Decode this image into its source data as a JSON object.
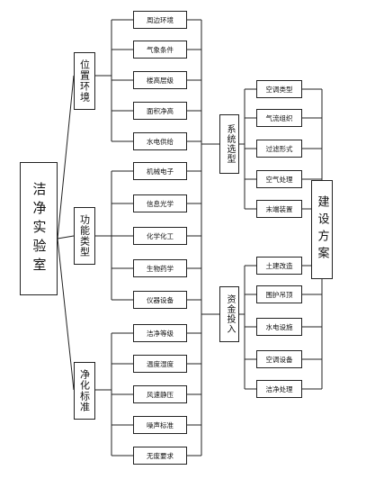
{
  "root": "洁净实验室",
  "groups": [
    {
      "label": "位置环境",
      "items": [
        "周边环境",
        "气象条件",
        "楼高层级",
        "面积净高",
        "水电供给"
      ]
    },
    {
      "label": "功能类型",
      "items": [
        "机械电子",
        "信息光学",
        "化学化工",
        "生物药学",
        "仪器设备"
      ]
    },
    {
      "label": "净化标准",
      "items": [
        "洁净等级",
        "温度湿度",
        "风速静压",
        "噪声标准",
        "无废要求"
      ]
    }
  ],
  "middle": [
    {
      "label": "系统选型",
      "items": [
        "空调类型",
        "气流组织",
        "过滤形式",
        "空气处理",
        "末端装置"
      ]
    },
    {
      "label": "资金投入",
      "items": [
        "土建改造",
        "围护吊顶",
        "水电设施",
        "空调设备",
        "洁净处理"
      ]
    }
  ],
  "result": "建设方案"
}
